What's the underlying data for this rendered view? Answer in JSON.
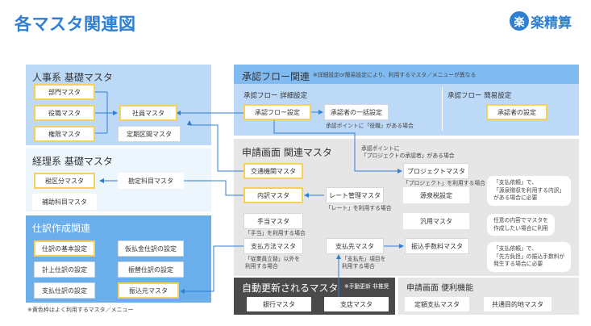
{
  "header": {
    "title": "各マスタ関連図",
    "logo_mark": "楽",
    "logo_text": "楽精算"
  },
  "panels": {
    "hr": {
      "title": "人事系 基礎マスタ"
    },
    "acct": {
      "title": "経理系 基礎マスタ"
    },
    "journal": {
      "title": "仕訳作成関連"
    },
    "approval": {
      "title": "承認フロー関連",
      "note": "※詳細設定or簡易設定により、利用するマスタ／メニューが異なる",
      "detail": "承認フロー 詳細設定",
      "simple": "承認フロー 簡易設定"
    },
    "apply": {
      "title": "申請画面 関連マスタ"
    },
    "auto": {
      "title": "自動更新されるマスタ",
      "note": "※手動更新 非推奨"
    },
    "convenience": {
      "title": "申請画面 便利機能"
    }
  },
  "boxes": {
    "dept": "部門マスタ",
    "role": "役職マスタ",
    "perm": "権限マスタ",
    "employee": "社員マスタ",
    "commute": "定期区間マスタ",
    "tax": "税区分マスタ",
    "account": "勘定科目マスタ",
    "subaccount": "補助科目マスタ",
    "basic": "仕訳の基本設定",
    "suspense": "仮払金仕訳の設定",
    "accrual": "計上仕訳の設定",
    "transfer_j": "振替仕訳の設定",
    "payment_j": "支払仕訳の設定",
    "source": "振込元マスタ",
    "flow": "承認フロー設定",
    "bulk": "承認者の一括設定",
    "approver": "承認者の設定",
    "transport": "交通機関マスタ",
    "breakdown": "内訳マスタ",
    "rate": "レート管理マスタ",
    "project": "プロジェクトマスタ",
    "withholding": "源泉税設定",
    "allowance": "手当マスタ",
    "generic": "汎用マスタ",
    "method": "支払方法マスタ",
    "payee": "支払先マスタ",
    "fee": "振込手数料マスタ",
    "bank": "銀行マスタ",
    "branch": "支店マスタ",
    "fixed": "定額支払マスタ",
    "common": "共通目的地マスタ"
  },
  "notes": {
    "role_approval": "承認ポイントに「役職」がある場合",
    "project_approval_1": "承認ポイントに",
    "project_approval_2": "「プロジェクトの承認者」がある場合",
    "project_use": "「プロジェクト」を利用する場合",
    "rate_use": "「レート」を利用する場合",
    "allowance_use": "「手当」を利用する場合",
    "method_1": "「従業員立替」以外を",
    "method_2": "利用する場合",
    "payee_1": "「支払先」項目を",
    "payee_2": "利用する場合",
    "footer": "※黄色枠はよく利用するマスタ／メニュー"
  },
  "callouts": {
    "withholding": [
      "「支払依頼」で、",
      "「源泉徴収を利用する内訳」",
      "がある場合に必要"
    ],
    "generic": [
      "任意の内容でマスタを",
      "作成したい場合に利用"
    ],
    "fee": [
      "「支払依頼」で、",
      "「先方負担」の振込手数料が",
      "発生する場合に必要"
    ]
  },
  "colors": {
    "accent": "#2f7fd2",
    "light_blue": "#bcd9f7",
    "mid_blue": "#6aaeeb",
    "header_blue": "#7fbaf0",
    "grey": "#e6e6e6",
    "dark_grey": "#4a4a4a",
    "yellow": "#f3d15c"
  }
}
